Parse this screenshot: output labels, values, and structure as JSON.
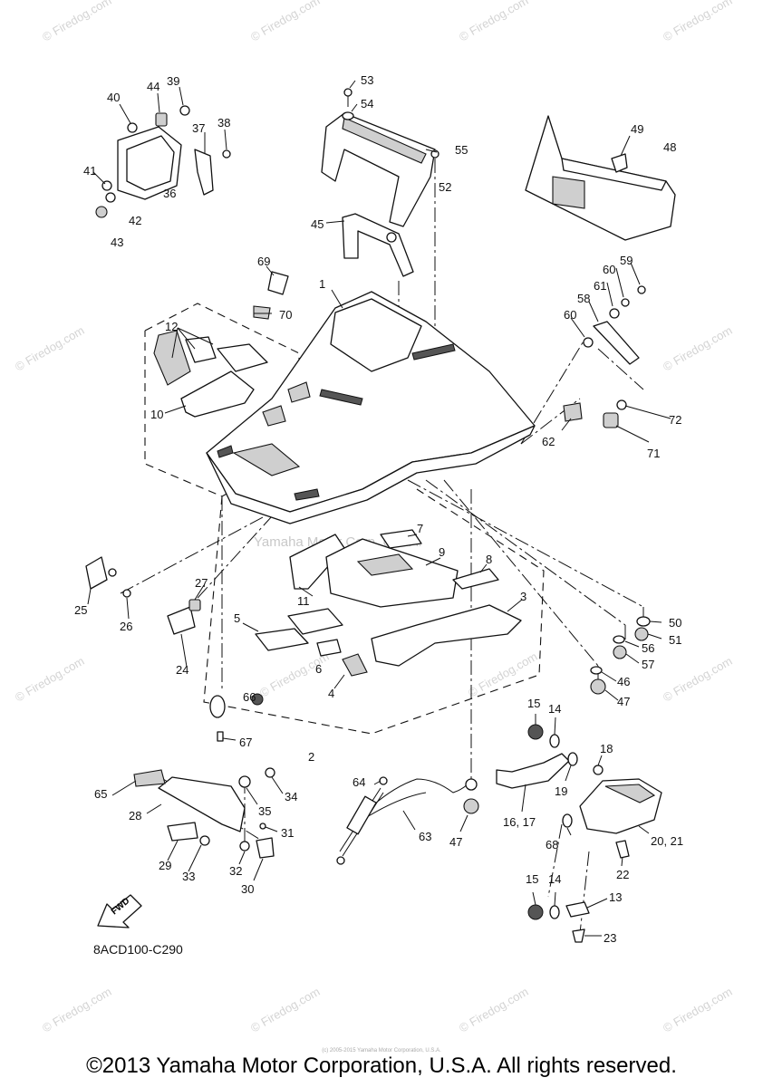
{
  "watermark": {
    "site_text": "© Firedog.com",
    "company_text": "Yamaha Motor Corp. U.S.A."
  },
  "diagram_code": "8ACD100-C290",
  "fwd_label": "FWD",
  "copyright": "©2013 Yamaha Motor Corporation, U.S.A. All rights reserved.",
  "tiny_credit": "(c) 2005-2015 Yamaha Motor Corporation, U.S.A.",
  "callouts": [
    "1",
    "2",
    "3",
    "4",
    "5",
    "6",
    "7",
    "8",
    "9",
    "10",
    "11",
    "12",
    "13",
    "14",
    "14",
    "15",
    "15",
    "16, 17",
    "18",
    "19",
    "20, 21",
    "22",
    "23",
    "24",
    "25",
    "26",
    "27",
    "28",
    "29",
    "30",
    "31",
    "32",
    "33",
    "34",
    "35",
    "36",
    "37",
    "38",
    "39",
    "40",
    "41",
    "42",
    "43",
    "44",
    "45",
    "46",
    "47",
    "47",
    "48",
    "49",
    "50",
    "51",
    "52",
    "53",
    "54",
    "55",
    "56",
    "57",
    "58",
    "59",
    "60",
    "60",
    "61",
    "62",
    "63",
    "64",
    "65",
    "66",
    "67",
    "68",
    "69",
    "70",
    "71",
    "72"
  ]
}
